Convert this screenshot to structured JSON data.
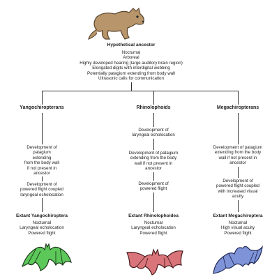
{
  "ancestor": {
    "title": "Hypothetical ancestor",
    "traits": [
      "Nocturnal",
      "Arboreal",
      "Highly developed hearing (large auditory brain region)",
      "Elongated digits with interdigital webbing",
      "Potentially patagium extending from body wall",
      "Ultrasonic calls for communication"
    ]
  },
  "branches": {
    "yango": {
      "name": "Yangochiropterans",
      "steps": [
        [
          "Development of",
          "patagium",
          "extending",
          "from the body wall",
          "if not present in",
          "ancestor"
        ],
        [
          "Development of",
          "powered flight coupled",
          "laryngeal echolocation"
        ]
      ],
      "extant_title": "Extant Yangochiroptera",
      "extant_traits": [
        "Nocturnal",
        "Laryngeal echolocation",
        "Powered flight"
      ]
    },
    "rhino": {
      "name": "Rhinolophoids",
      "steps": [
        [
          "Development of",
          "laryngeal echolocation"
        ],
        [
          "Development of patagium",
          "extending from the body",
          "wall if not present in",
          "ancestor"
        ],
        [
          "Development of",
          "powered flight"
        ]
      ],
      "extant_title": "Extant Rhinolophoidea",
      "extant_traits": [
        "Nocturnal",
        "Laryngeal echolocation",
        "Powered flight"
      ]
    },
    "mega": {
      "name": "Megachiropterans",
      "steps": [
        [
          "Development of patagium",
          "extending from the body",
          "wall if not present in",
          "ancestor"
        ],
        [
          "Development of",
          "powered flight coupled",
          "with increased visual",
          "acuity"
        ]
      ],
      "extant_title": "Extant Megachiroptera",
      "extant_traits": [
        "Nocturnal",
        "High visual acuity",
        "Powered flight"
      ]
    }
  },
  "colors": {
    "ancestor_fur": "#b8956a",
    "yango_bat": "#5cc85a",
    "rhino_bat": "#d9757a",
    "mega_bat": "#7f93d9",
    "line": "#333333"
  },
  "icons": [
    "ancestor-animal-icon",
    "green-bat-icon",
    "red-bat-icon",
    "blue-bat-icon"
  ]
}
